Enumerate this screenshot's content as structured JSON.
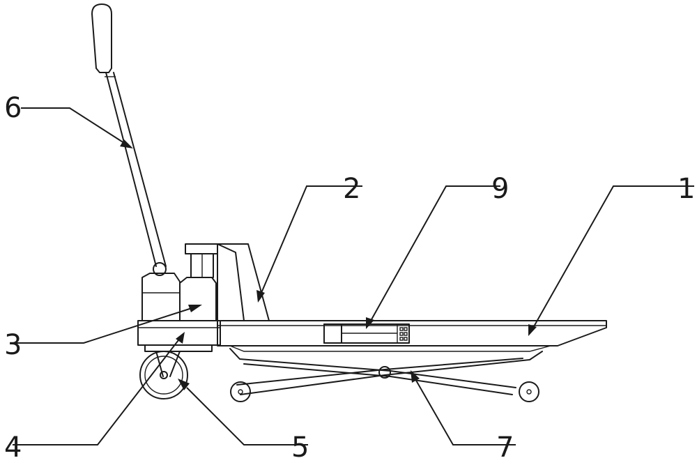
{
  "colors": {
    "ink": "#1a1a1a",
    "background": "#ffffff"
  },
  "labels": {
    "l1": "1",
    "l2": "2",
    "l3": "3",
    "l4": "4",
    "l5": "5",
    "l6": "6",
    "l7": "7",
    "l9": "9"
  }
}
